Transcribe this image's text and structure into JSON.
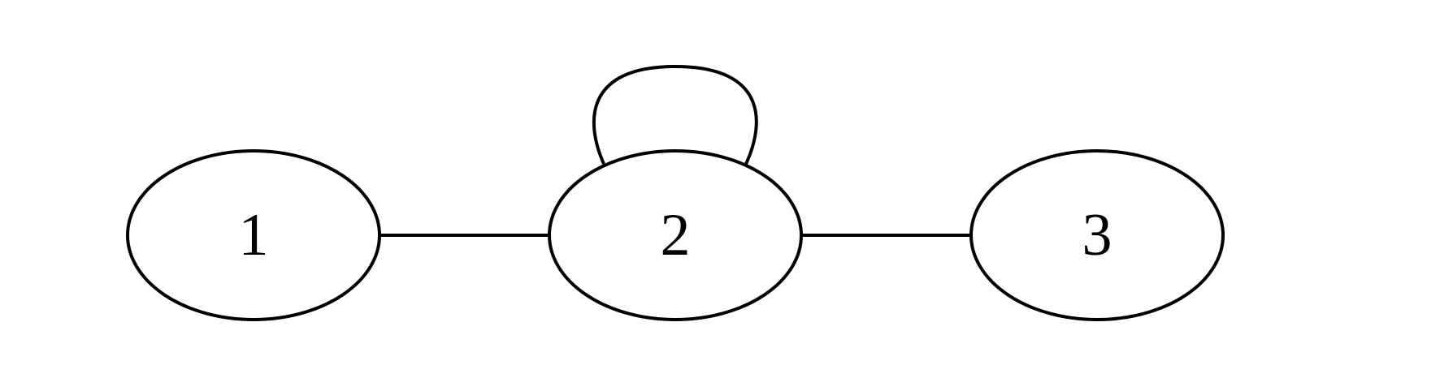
{
  "graph": {
    "nodes": [
      {
        "id": "1",
        "label": "1"
      },
      {
        "id": "2",
        "label": "2"
      },
      {
        "id": "3",
        "label": "3"
      }
    ],
    "edges": [
      {
        "from": "1",
        "to": "2"
      },
      {
        "from": "2",
        "to": "2"
      },
      {
        "from": "2",
        "to": "3"
      }
    ]
  },
  "colors": {
    "stroke": "#000000",
    "fill": "#ffffff",
    "text": "#000000"
  }
}
